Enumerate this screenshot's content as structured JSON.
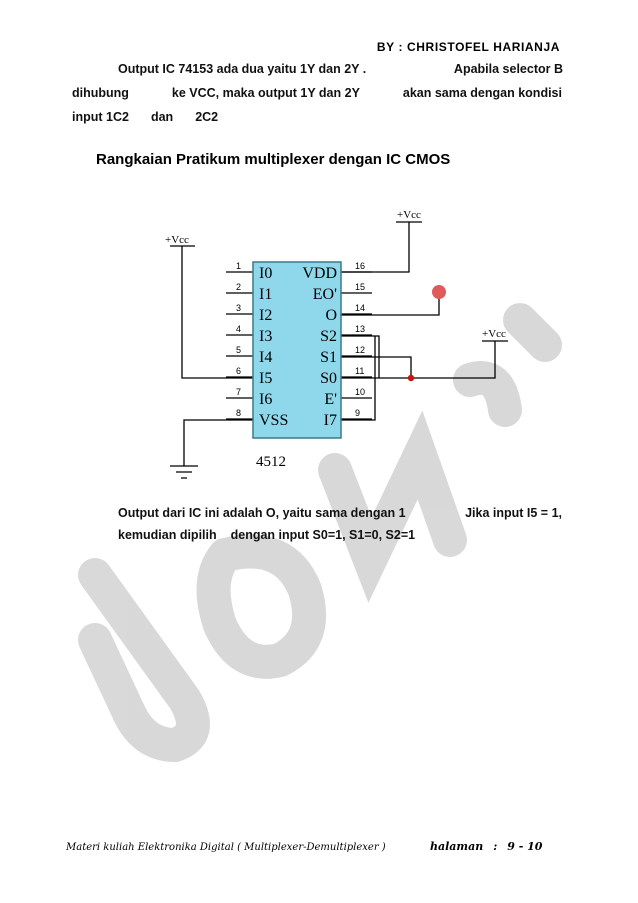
{
  "header": {
    "author": "BY : CHRISTOFEL HARIANJA"
  },
  "paragraph": {
    "line1": [
      "Output IC 74153 ada dua yaitu 1Y dan 2Y .",
      "Apabila selector B"
    ],
    "line2": [
      "dihubung",
      "ke VCC, maka output 1Y dan 2Y",
      "akan sama dengan kondisi"
    ],
    "line3": [
      "input 1C2",
      "dan",
      "2C2"
    ]
  },
  "section": {
    "heading": "Rangkaian Pratikum multiplexer dengan IC CMOS"
  },
  "circuit": {
    "ic_label": "4512",
    "vcc_label": "+Vcc",
    "left_pins": [
      {
        "num": "1",
        "name": "I0"
      },
      {
        "num": "2",
        "name": "I1"
      },
      {
        "num": "3",
        "name": "I2"
      },
      {
        "num": "4",
        "name": "I3"
      },
      {
        "num": "5",
        "name": "I4"
      },
      {
        "num": "6",
        "name": "I5"
      },
      {
        "num": "7",
        "name": "I6"
      },
      {
        "num": "8",
        "name": "VSS"
      }
    ],
    "right_pins": [
      {
        "num": "16",
        "name": "VDD"
      },
      {
        "num": "15",
        "name": "EO'"
      },
      {
        "num": "14",
        "name": "O"
      },
      {
        "num": "13",
        "name": "S2"
      },
      {
        "num": "12",
        "name": "S1"
      },
      {
        "num": "11",
        "name": "S0"
      },
      {
        "num": "10",
        "name": "E'"
      },
      {
        "num": "9",
        "name": "I7"
      }
    ],
    "colors": {
      "ic_fill": "#8fd8ec",
      "ic_stroke": "#3a7a8a",
      "led": "#e15a5a",
      "wire": "#000000",
      "junction": "#cc1111"
    }
  },
  "output_text": {
    "line1": [
      "Output dari IC ini adalah O, yaitu sama dengan 1",
      "Jika input I5 = 1,"
    ],
    "line2": [
      "kemudian dipilih",
      "dengan input S0=1, S1=0, S2=1"
    ]
  },
  "footer": {
    "left": "Materi kuliah Elektronika Digital ( Multiplexer-Demultiplexer )",
    "right_label": "halaman",
    "right_sep": ":",
    "right_page": "9 - 10"
  },
  "watermark_color": "#c8c8c8"
}
